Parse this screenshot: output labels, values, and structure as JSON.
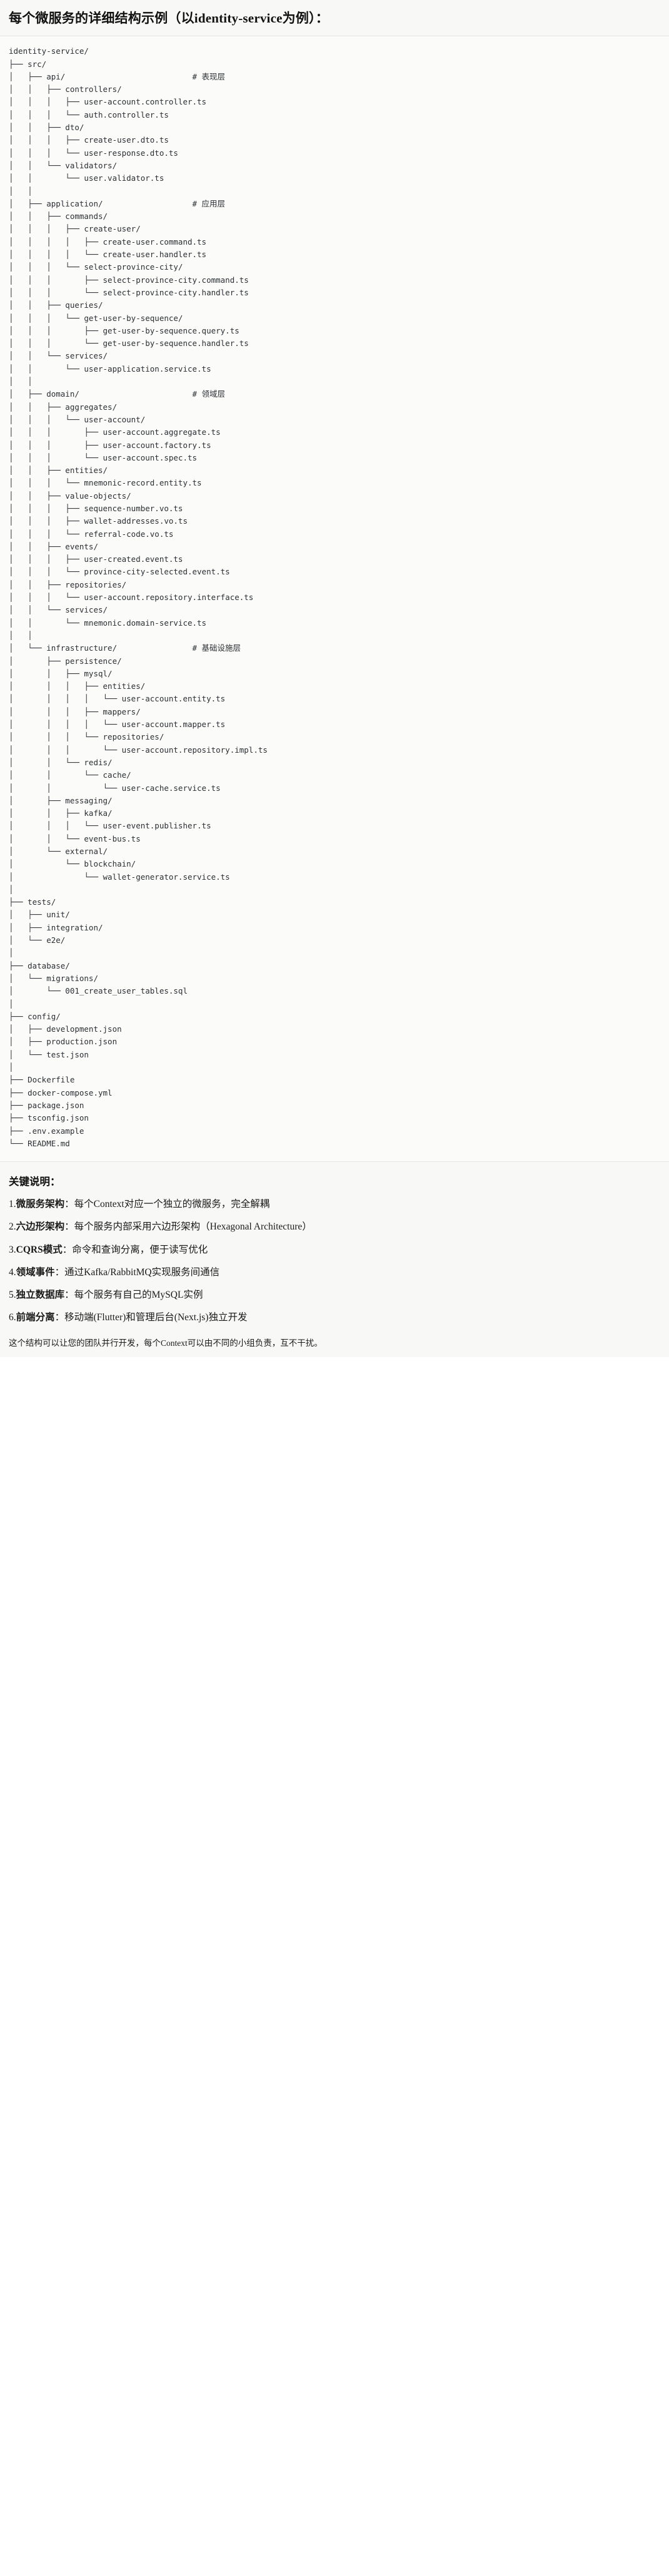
{
  "header": {
    "title": "每个微服务的详细结构示例（以identity-service为例）："
  },
  "tree": {
    "lines": [
      "identity-service/",
      "├── src/",
      "│   ├── api/                           # 表现层",
      "│   │   ├── controllers/",
      "│   │   │   ├── user-account.controller.ts",
      "│   │   │   └── auth.controller.ts",
      "│   │   ├── dto/",
      "│   │   │   ├── create-user.dto.ts",
      "│   │   │   └── user-response.dto.ts",
      "│   │   └── validators/",
      "│   │       └── user.validator.ts",
      "│   │",
      "│   ├── application/                   # 应用层",
      "│   │   ├── commands/",
      "│   │   │   ├── create-user/",
      "│   │   │   │   ├── create-user.command.ts",
      "│   │   │   │   └── create-user.handler.ts",
      "│   │   │   └── select-province-city/",
      "│   │   │       ├── select-province-city.command.ts",
      "│   │   │       └── select-province-city.handler.ts",
      "│   │   ├── queries/",
      "│   │   │   └── get-user-by-sequence/",
      "│   │   │       ├── get-user-by-sequence.query.ts",
      "│   │   │       └── get-user-by-sequence.handler.ts",
      "│   │   └── services/",
      "│   │       └── user-application.service.ts",
      "│   │",
      "│   ├── domain/                        # 领域层",
      "│   │   ├── aggregates/",
      "│   │   │   └── user-account/",
      "│   │   │       ├── user-account.aggregate.ts",
      "│   │   │       ├── user-account.factory.ts",
      "│   │   │       └── user-account.spec.ts",
      "│   │   ├── entities/",
      "│   │   │   └── mnemonic-record.entity.ts",
      "│   │   ├── value-objects/",
      "│   │   │   ├── sequence-number.vo.ts",
      "│   │   │   ├── wallet-addresses.vo.ts",
      "│   │   │   └── referral-code.vo.ts",
      "│   │   ├── events/",
      "│   │   │   ├── user-created.event.ts",
      "│   │   │   └── province-city-selected.event.ts",
      "│   │   ├── repositories/",
      "│   │   │   └── user-account.repository.interface.ts",
      "│   │   └── services/",
      "│   │       └── mnemonic.domain-service.ts",
      "│   │",
      "│   └── infrastructure/                # 基础设施层",
      "│       ├── persistence/",
      "│       │   ├── mysql/",
      "│       │   │   ├── entities/",
      "│       │   │   │   └── user-account.entity.ts",
      "│       │   │   ├── mappers/",
      "│       │   │   │   └── user-account.mapper.ts",
      "│       │   │   └── repositories/",
      "│       │   │       └── user-account.repository.impl.ts",
      "│       │   └── redis/",
      "│       │       └── cache/",
      "│       │           └── user-cache.service.ts",
      "│       ├── messaging/",
      "│       │   ├── kafka/",
      "│       │   │   └── user-event.publisher.ts",
      "│       │   └── event-bus.ts",
      "│       └── external/",
      "│           └── blockchain/",
      "│               └── wallet-generator.service.ts",
      "│",
      "├── tests/",
      "│   ├── unit/",
      "│   ├── integration/",
      "│   └── e2e/",
      "│",
      "├── database/",
      "│   └── migrations/",
      "│       └── 001_create_user_tables.sql",
      "│",
      "├── config/",
      "│   ├── development.json",
      "│   ├── production.json",
      "│   └── test.json",
      "│",
      "├── Dockerfile",
      "├── docker-compose.yml",
      "├── package.json",
      "├── tsconfig.json",
      "├── .env.example",
      "└── README.md"
    ]
  },
  "notes": {
    "title": "关键说明：",
    "items": [
      {
        "num": "1.",
        "term": "微服务架构",
        "body": "：每个Context对应一个独立的微服务，完全解耦"
      },
      {
        "num": "2.",
        "term": "六边形架构",
        "body": "：每个服务内部采用六边形架构（Hexagonal Architecture）"
      },
      {
        "num": "3.",
        "term": "CQRS模式",
        "body": "：命令和查询分离，便于读写优化"
      },
      {
        "num": "4.",
        "term": "领域事件",
        "body": "：通过Kafka/RabbitMQ实现服务间通信"
      },
      {
        "num": "5.",
        "term": "独立数据库",
        "body": "：每个服务有自己的MySQL实例"
      },
      {
        "num": "6.",
        "term": "前端分离",
        "body": "：移动端(Flutter)和管理后台(Next.js)独立开发"
      }
    ],
    "footer": "这个结构可以让您的团队并行开发，每个Context可以由不同的小组负责，互不干扰。"
  }
}
